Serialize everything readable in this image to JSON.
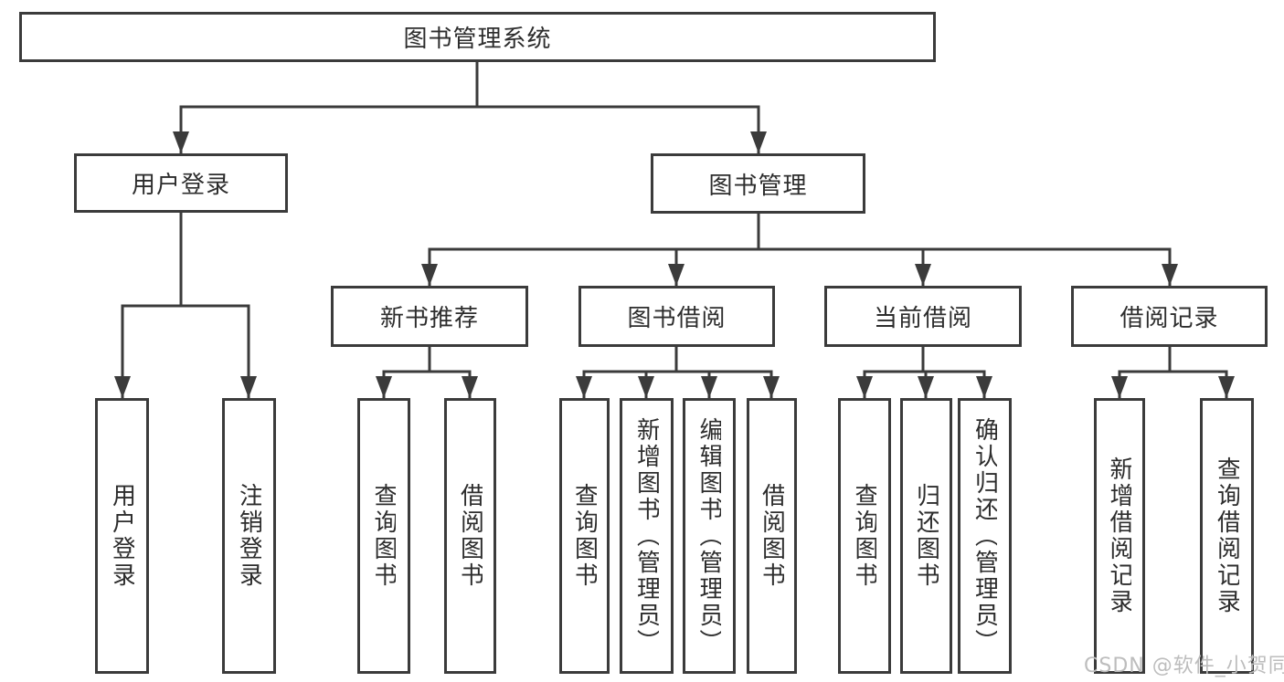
{
  "diagram": {
    "root": {
      "label": "图书管理系统"
    },
    "level2": [
      {
        "label": "用户登录"
      },
      {
        "label": "图书管理"
      }
    ],
    "level3": [
      {
        "label": "新书推荐"
      },
      {
        "label": "图书借阅"
      },
      {
        "label": "当前借阅"
      },
      {
        "label": "借阅记录"
      }
    ],
    "leaves": [
      {
        "label": "用户登录"
      },
      {
        "label": "注销登录"
      },
      {
        "label": "查询图书"
      },
      {
        "label": "借阅图书"
      },
      {
        "label": "查询图书"
      },
      {
        "label": "新增图书（管理员）"
      },
      {
        "label": "编辑图书（管理员）"
      },
      {
        "label": "借阅图书"
      },
      {
        "label": "查询图书"
      },
      {
        "label": "归还图书"
      },
      {
        "label": "确认归还（管理员）"
      },
      {
        "label": "新增借阅记录"
      },
      {
        "label": "查询借阅记录"
      }
    ]
  },
  "watermark": {
    "text": "CSDN @软件_小贺同学"
  },
  "colors": {
    "line": "#3b3b3b",
    "box_border": "#3b3b3b",
    "box_background": "#ffffff",
    "text": "#2d2d2d",
    "watermark": "#bdbdbd"
  }
}
